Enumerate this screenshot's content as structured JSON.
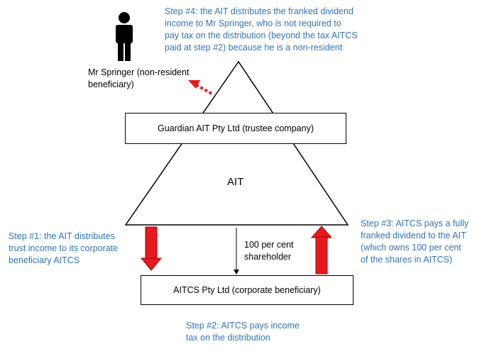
{
  "colors": {
    "annotation": "#2E75B6",
    "arrow_red": "#E8191E",
    "outline": "#000000"
  },
  "icons": {
    "person": "person-icon"
  },
  "nodes": {
    "trustee": "Guardian AIT Pty Ltd (trustee company)",
    "ait": "AIT",
    "corporate": "AITCS Pty Ltd (corporate beneficiary)",
    "beneficiary": [
      "Mr Springer (non-resident",
      "beneficiary)"
    ]
  },
  "edge_label": [
    "100 per cent",
    "shareholder"
  ],
  "steps": {
    "step1": [
      "Step #1: the AIT distributes",
      "trust income to its corporate",
      "beneficiary AITCS"
    ],
    "step2": [
      "Step #2: AITCS pays income",
      "tax on the distribution"
    ],
    "step3": [
      "Step #3: AITCS pays a fully",
      "franked dividend to the AIT",
      "(which owns 100 per cent",
      "of the shares in AITCS)"
    ],
    "step4": [
      "Step #4: the AIT distributes the franked dividend",
      "income to Mr Springer, who is not required to",
      "pay tax on the distribution (beyond the tax AITCS",
      "paid at step #2) because he is a non-resident"
    ]
  }
}
